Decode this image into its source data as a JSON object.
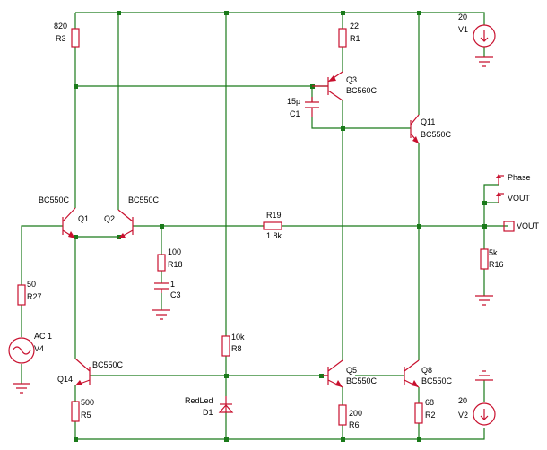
{
  "components": {
    "R3": {
      "value": "820",
      "ref": "R3"
    },
    "R1": {
      "value": "22",
      "ref": "R1"
    },
    "V1": {
      "value": "20",
      "ref": "V1"
    },
    "Q3": {
      "model": "BC560C",
      "ref": "Q3"
    },
    "C1": {
      "value": "15p",
      "ref": "C1"
    },
    "Q11": {
      "model": "BC550C",
      "ref": "Q11"
    },
    "Q1": {
      "model": "BC550C",
      "ref": "Q1"
    },
    "Q2": {
      "model": "BC550C",
      "ref": "Q2"
    },
    "R19": {
      "value": "1.8k",
      "ref": "R19"
    },
    "R18": {
      "value": "100",
      "ref": "R18"
    },
    "C3": {
      "value": "1",
      "ref": "C3"
    },
    "R27": {
      "value": "50",
      "ref": "R27"
    },
    "V4": {
      "value": "AC 1",
      "ref": "V4"
    },
    "R16": {
      "value": "5k",
      "ref": "R16"
    },
    "R8": {
      "value": "10k",
      "ref": "R8"
    },
    "Q14": {
      "model": "BC550C",
      "ref": "Q14"
    },
    "Q5": {
      "model": "BC550C",
      "ref": "Q5"
    },
    "Q8": {
      "model": "BC550C",
      "ref": "Q8"
    },
    "R5": {
      "value": "500",
      "ref": "R5"
    },
    "D1": {
      "value": "RedLed",
      "ref": "D1"
    },
    "R6": {
      "value": "200",
      "ref": "R6"
    },
    "R2": {
      "value": "68",
      "ref": "R2"
    },
    "V2": {
      "value": "20",
      "ref": "V2"
    }
  },
  "probes": {
    "phase": "Phase",
    "vout_probe": "VOUT",
    "vout_port": "VOUT"
  },
  "colors": {
    "wire": "#1a7a1a",
    "component": "#c8102e",
    "text": "#000000"
  }
}
